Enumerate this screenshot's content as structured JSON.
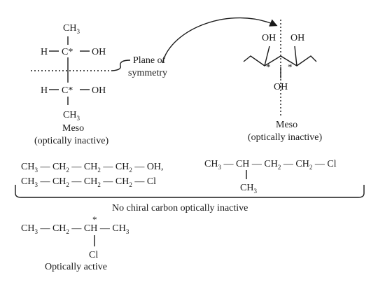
{
  "fischer": {
    "top_group": "CH",
    "top_group_sub": "3",
    "upper_left": "H",
    "upper_center": "C*",
    "upper_right": "OH",
    "lower_left": "H",
    "lower_center": "C*",
    "lower_right": "OH",
    "bottom_group": "CH",
    "bottom_group_sub": "3",
    "caption_line1": "Meso",
    "caption_line2": "(optically inactive)"
  },
  "plane_label": {
    "line1": "Plane of",
    "line2": "symmetry"
  },
  "skeletal": {
    "oh_top_left": "OH",
    "oh_top_right": "OH",
    "oh_bottom": "OH",
    "star_left": "*",
    "star_right": "*",
    "caption_line1": "Meso",
    "caption_line2": "(optically inactive)"
  },
  "inactive_examples": {
    "row1_part1": "CH",
    "row1_part1_sub": "3",
    "row1_part2": "CH",
    "row1_part2_sub": "2",
    "row1_part3": "CH",
    "row1_part3_sub": "2",
    "row1_part4": "CH",
    "row1_part4_sub": "2",
    "row1_end": "OH,",
    "row2_part1": "CH",
    "row2_part1_sub": "3",
    "row2_part2": "CH",
    "row2_part2_sub": "2",
    "row2_part3": "CH",
    "row2_part3_sub": "2",
    "row2_part4": "CH",
    "row2_part4_sub": "2",
    "row2_end": "Cl",
    "branch_ch3": "CH",
    "branch_ch3_sub": "3",
    "branch_ch": "CH",
    "branch_ch2a": "CH",
    "branch_ch2a_sub": "2",
    "branch_ch2b": "CH",
    "branch_ch2b_sub": "2",
    "branch_cl": "Cl",
    "branch_methyl": "CH",
    "branch_methyl_sub": "3",
    "bracket_caption": "No chiral carbon optically inactive"
  },
  "active_example": {
    "part1": "CH",
    "part1_sub": "3",
    "part2": "CH",
    "part2_sub": "2",
    "star": "*",
    "center": "CH",
    "part4": "CH",
    "part4_sub": "3",
    "substituent": "Cl",
    "caption": "Optically active"
  }
}
